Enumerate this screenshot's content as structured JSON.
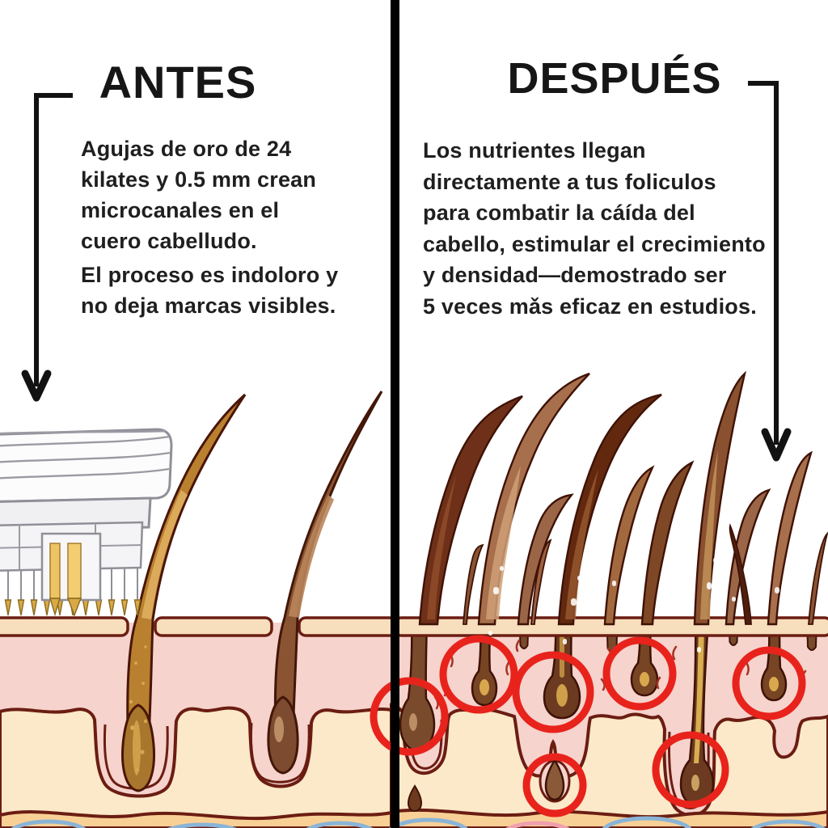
{
  "panels": {
    "left": {
      "title": "ANTES",
      "body_line1": "Agujas de oro de 24",
      "body_line2": "kilates y 0.5 mm crean",
      "body_line3": "microcanales en el",
      "body_line4": "cuero cabelludo.",
      "body_line5": "El proceso es indoloro y",
      "body_line6": "no deja marcas visibles."
    },
    "right": {
      "title": "DESPUÉS",
      "body_line1": "Los nutrientes llegan",
      "body_line2_normal": "directamente a ",
      "body_line2_bold": "tus foliculos",
      "body_line3": "para combatir la cáída del",
      "body_line4": "cabello, estimular el crecimiento",
      "body_line5": "y densidad—demostrado ser",
      "body_line6": "5 veces mǎs eficaz en estudios."
    }
  },
  "colors": {
    "divider": "#000000",
    "text": "#1f1f1f",
    "arrow": "#121212",
    "highlight_circle_red": "#e8231c",
    "skin_outline": "#6b1d12",
    "epidermis_band": "#f7debd",
    "dermis_pink": "#f6d3cd",
    "hypodermis_cream": "#fbe9c9",
    "subcutis_band": "#f8d096",
    "vessel_blue": "#8ab4d6",
    "vessel_pink": "#ef9fae",
    "hair_golden": "#b9802f",
    "hair_brown": "#8a5433",
    "hair_dark": "#5c2514",
    "needle_gold": "#d8a945",
    "device_outline": "#8f8f97"
  }
}
